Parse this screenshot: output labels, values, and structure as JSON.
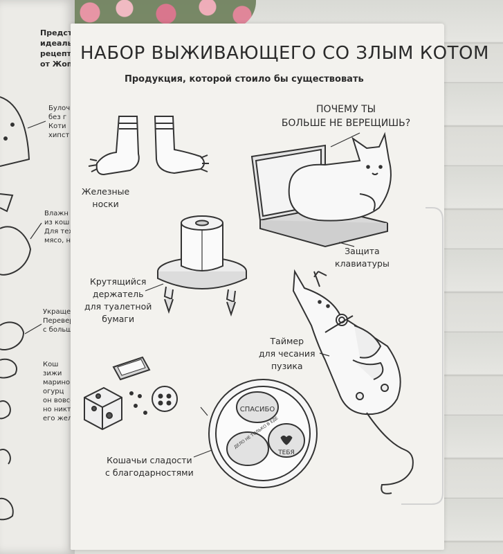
{
  "title": "НАБОР ВЫЖИВАЮЩЕГО СО ЗЛЫМ КОТОМ",
  "subtitle": "Продукция, которой стоило бы существовать",
  "speech_bubble": "ПОЧЕМУ ТЫ\nБОЛЬШЕ НЕ ВЕРЕЩИШЬ?",
  "items": {
    "socks": "Железные\nноски",
    "keyboard": "Защита\nклавиатуры",
    "holder": "Крутящийся\nдержатель\nдля туалетной\nбумаги",
    "timer": "Таймер\nдля чесания\nпузика",
    "treats": "Кошачьи сладости\nс благодарностями"
  },
  "cookies": {
    "c1": "СПАСИБО",
    "c2": "ТЕБЯ",
    "c3": "ДЕЛО НЕ ТОЛЬКО В ЕДЕ"
  },
  "left_page": {
    "heading": "Предста\nидеальн\nрецепт б\nот Жопо",
    "block1": "Булоч\nбез г\nКоти\nхипст",
    "block2": "Влажн\nиз кош\nДля тех\nмясо, н",
    "block3": "Укращен\nПеревер\nс больш",
    "block4": "Кош\nзижи\nмаринов\nогурц\nон вовсе\nно никто н\nего жел"
  }
}
